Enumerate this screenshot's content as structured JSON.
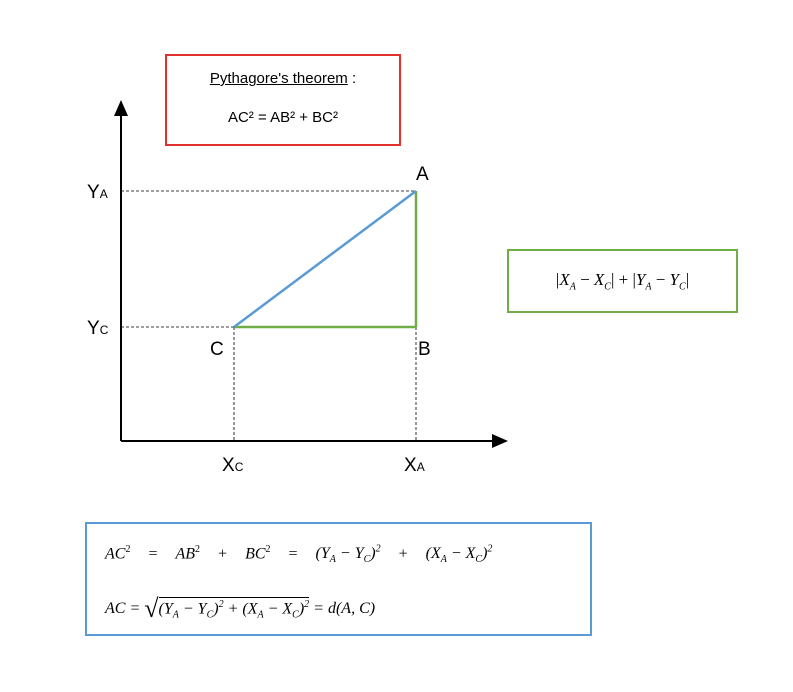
{
  "title_box": {
    "heading": "Pythagore's theorem",
    "colon": " :",
    "equation": "AC² = AB² + BC²"
  },
  "manhattan": {
    "open": "|",
    "xa": "X",
    "xa_sub": "A",
    "minus1": " − ",
    "xc": "X",
    "xc_sub": "C",
    "mid": "| + |",
    "ya": "Y",
    "ya_sub": "A",
    "minus2": " − ",
    "yc": "Y",
    "yc_sub": "C",
    "close": "|"
  },
  "formula": {
    "l1_ac": "AC",
    "l1_ac_exp": "2",
    "l1_eq1": "=",
    "l1_ab": "AB",
    "l1_ab_exp": "2",
    "l1_plus1": "+",
    "l1_bc": "BC",
    "l1_bc_exp": "2",
    "l1_eq2": "=",
    "l1_term1": "(Y",
    "l1_term1_a": "A",
    "l1_term1_mid": " − Y",
    "l1_term1_c": "C",
    "l1_term1_close": ")",
    "l1_term1_exp": "2",
    "l1_plus2": "+",
    "l1_term2": "(X",
    "l1_term2_a": "A",
    "l1_term2_mid": " − X",
    "l1_term2_c": "C",
    "l1_term2_close": ")",
    "l1_term2_exp": "2",
    "l2_ac": "AC = ",
    "l2_rad": "√",
    "l2_in1": "(Y",
    "l2_in1_a": "A",
    "l2_in1_mid": " − Y",
    "l2_in1_c": "C",
    "l2_in1_close": ")",
    "l2_in1_exp": "2",
    "l2_plus": " + ",
    "l2_in2": "(X",
    "l2_in2_a": "A",
    "l2_in2_mid": " − X",
    "l2_in2_c": "C",
    "l2_in2_close": ")",
    "l2_in2_exp": "2",
    "l2_result": " = d(A, C)"
  },
  "diagram": {
    "point_a": "A",
    "point_b": "B",
    "point_c": "C",
    "y_a": "Y",
    "y_a_sub": "A",
    "y_c": "Y",
    "y_c_sub": "C",
    "x_c": "X",
    "x_c_sub": "C",
    "x_a": "X",
    "x_a_sub": "A"
  },
  "colors": {
    "hypotenuse": "#5b9bd5",
    "legs": "#70ad47",
    "title_border": "#e03030",
    "manhattan_border": "#70ad47",
    "formula_border": "#5b9bd5"
  }
}
